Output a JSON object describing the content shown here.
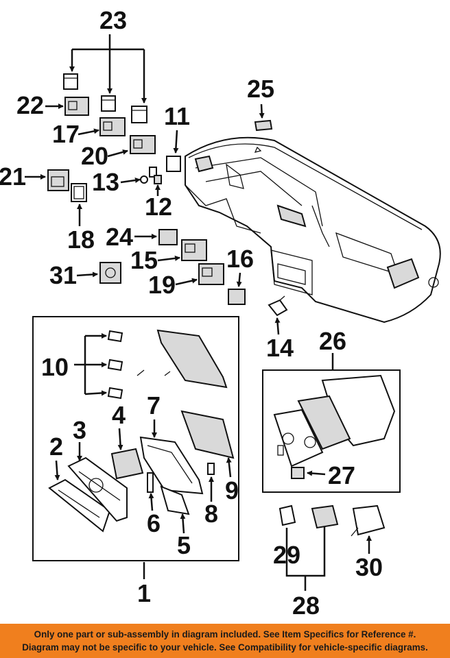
{
  "callouts": {
    "c1": "1",
    "c2": "2",
    "c3": "3",
    "c4": "4",
    "c5": "5",
    "c6": "6",
    "c7": "7",
    "c8": "8",
    "c9": "9",
    "c10": "10",
    "c11": "11",
    "c12": "12",
    "c13": "13",
    "c14": "14",
    "c15": "15",
    "c16": "16",
    "c17": "17",
    "c18": "18",
    "c19": "19",
    "c20": "20",
    "c21": "21",
    "c22": "22",
    "c23": "23",
    "c24": "24",
    "c25": "25",
    "c26": "26",
    "c27": "27",
    "c28": "28",
    "c29": "29",
    "c30": "30",
    "c31": "31"
  },
  "disclaimer": {
    "line1": "Only one part or sub-assembly in diagram included. See Item Specifics for Reference #.",
    "line2": "Diagram may not be specific to your vehicle. See Compatibility for vehicle-specific diagrams."
  },
  "colors": {
    "banner": "#f07f1e",
    "ink": "#111111",
    "background": "#ffffff"
  }
}
